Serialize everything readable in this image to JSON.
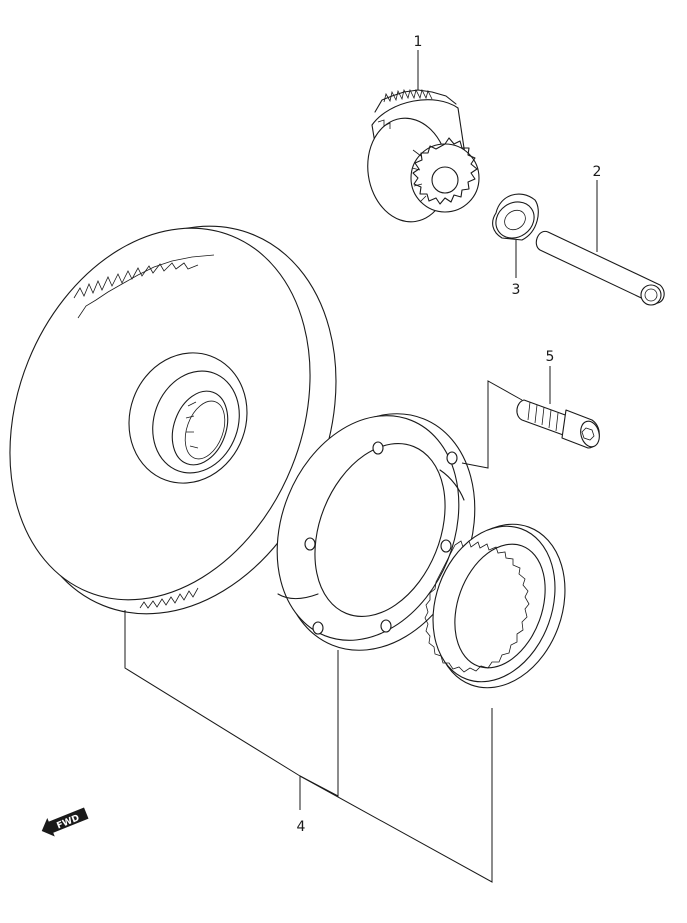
{
  "callouts": {
    "c1": "1",
    "c2": "2",
    "c3": "3",
    "c4": "4",
    "c5": "5"
  },
  "badge": {
    "fwd": "FWD"
  }
}
